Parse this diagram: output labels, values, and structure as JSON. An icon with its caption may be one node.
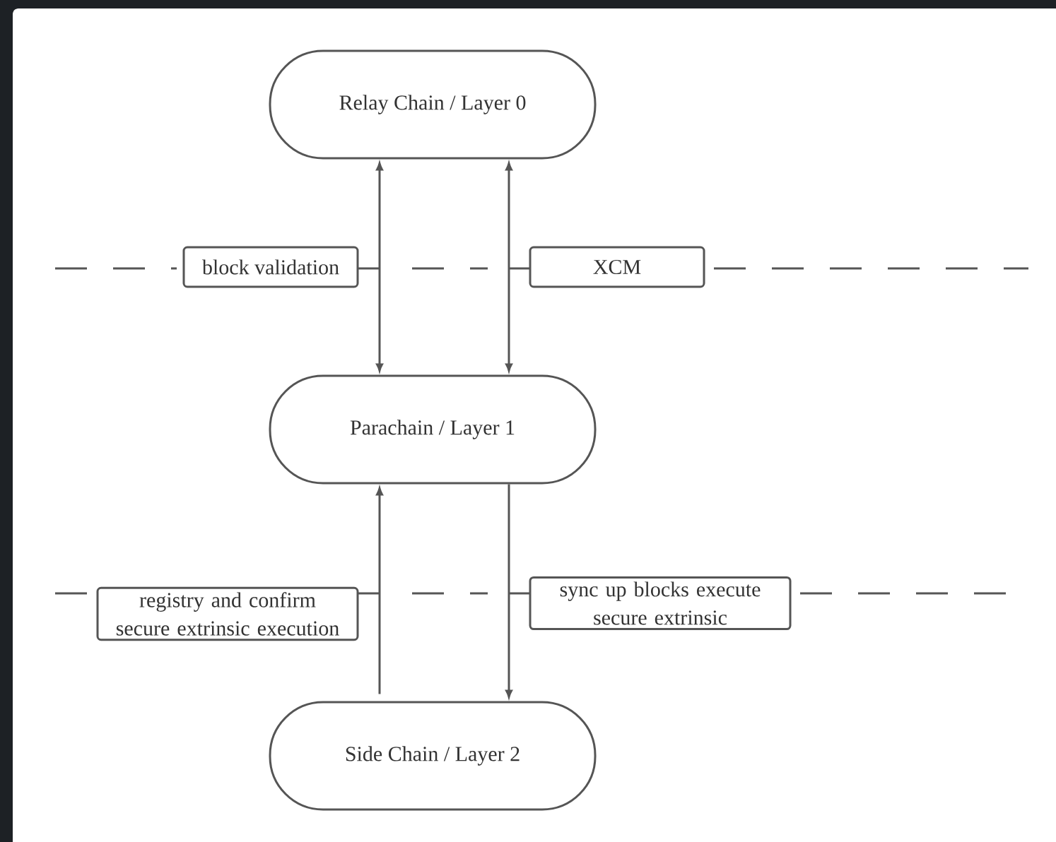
{
  "diagram": {
    "nodes": [
      {
        "text": [
          "Relay Chain / Layer 0"
        ]
      },
      {
        "text": [
          "Parachain / Layer 1"
        ]
      },
      {
        "text": [
          "Side Chain / Layer 2"
        ]
      }
    ],
    "edges": [
      {
        "from": 0,
        "to": 1,
        "arrow": "both",
        "label": "block validation"
      },
      {
        "from": 0,
        "to": 1,
        "arrow": "both",
        "label": "XCM"
      },
      {
        "from": 2,
        "to": 1,
        "arrow": "to",
        "label": "registry and confirm secure extrinsic execution"
      },
      {
        "from": 1,
        "to": 2,
        "arrow": "to",
        "label": "sync up blocks execute secure extrinsic"
      }
    ]
  }
}
